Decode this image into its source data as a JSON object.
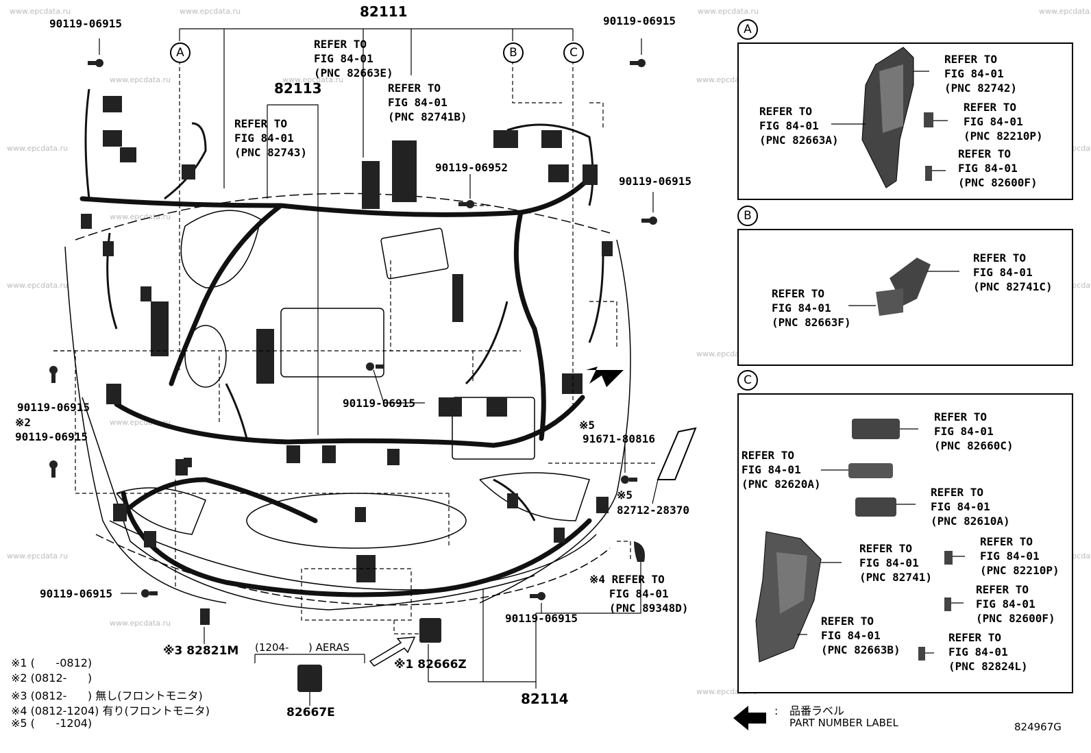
{
  "watermark": "www.epcdata.ru",
  "main": {
    "pnc_82111": "82111",
    "pnc_82113": "82113",
    "pnc_82114": "82114",
    "pnc_82821m": "※3 82821M",
    "pnc_82666z": "※1 82666Z",
    "pnc_82667e": "82667E",
    "bolt_tl": "90119-06915",
    "bolt_tr": "90119-06915",
    "bolt_r": "90119-06915",
    "bolt_mid": "90119-06952",
    "bolt_center": "90119-06915",
    "bolt_left1": "90119-06915",
    "bolt_left2": "※2\n90119-06915",
    "bolt_bottom_left": "90119-06915",
    "bolt_bottom_mid": "90119-06915",
    "part_91671": "91671-80816",
    "part_82712": "82712-28370",
    "mark_x5a": "※5",
    "mark_x5b": "※5",
    "ref_82663e": "REFER TO\nFIG 84-01\n(PNC 82663E)",
    "ref_82741b": "REFER TO\nFIG 84-01\n(PNC 82741B)",
    "ref_82743": "REFER TO\nFIG 84-01\n(PNC 82743)",
    "ref_89348d": "※4 REFER TO\n   FIG 84-01\n   (PNC 89348D)",
    "aeras": "(1204-      ) AERAS",
    "callout_a": "A",
    "callout_b": "B",
    "callout_c": "C"
  },
  "panel_a": {
    "label": "A",
    "refs": [
      "REFER TO\nFIG 84-01\n(PNC 82742)",
      "REFER TO\nFIG 84-01\n(PNC 82210P)",
      "REFER TO\nFIG 84-01\n(PNC 82663A)",
      "REFER TO\nFIG 84-01\n(PNC 82600F)"
    ]
  },
  "panel_b": {
    "label": "B",
    "refs": [
      "REFER TO\nFIG 84-01\n(PNC 82741C)",
      "REFER TO\nFIG 84-01\n(PNC 82663F)"
    ]
  },
  "panel_c": {
    "label": "C",
    "refs": [
      "REFER TO\nFIG 84-01\n(PNC 82660C)",
      "REFER TO\nFIG 84-01\n(PNC 82620A)",
      "REFER TO\nFIG 84-01\n(PNC 82610A)",
      "REFER TO\nFIG 84-01\n(PNC 82741)",
      "REFER TO\nFIG 84-01\n(PNC 82210P)",
      "REFER TO\nFIG 84-01\n(PNC 82600F)",
      "REFER TO\nFIG 84-01\n(PNC 82663B)",
      "REFER TO\nFIG 84-01\n(PNC 82824L)"
    ]
  },
  "notes": [
    "※1 (      -0812)",
    "※2 (0812-      )",
    "※3 (0812-      ) 無し(フロントモニタ)",
    "※4 (0812-1204) 有り(フロントモニタ)",
    "※5 (      -1204)"
  ],
  "legend": {
    "jp": "品番ラベル",
    "en": "PART NUMBER LABEL"
  },
  "figure_id": "824967G"
}
